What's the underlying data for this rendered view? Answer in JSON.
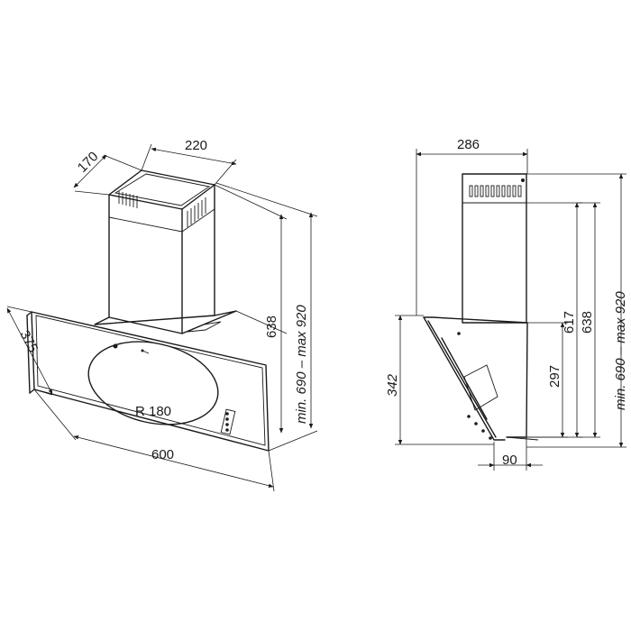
{
  "left_view": {
    "dim_depth": "170",
    "dim_width_top": "220",
    "dim_chimney_height": "638",
    "dim_total_height": "min. 690 – max 920",
    "dim_glass_height": "375",
    "dim_glass_width": "600",
    "radius_label": "R 180"
  },
  "right_view": {
    "dim_depth_top": "286",
    "dim_total_height": "min. 690 – max 920",
    "dim_chimney_638": "638",
    "dim_chimney_617": "617",
    "dim_lower_297": "297",
    "dim_hood_342": "342",
    "dim_offset_90": "90"
  }
}
